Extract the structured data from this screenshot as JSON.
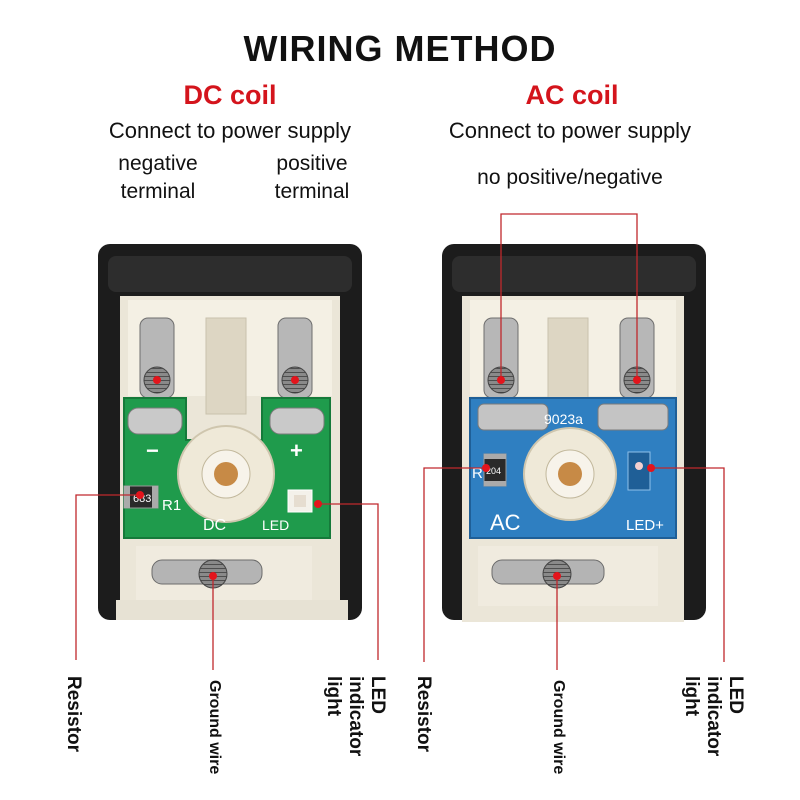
{
  "title": "WIRING METHOD",
  "dc": {
    "heading": "DC coil",
    "connect": "Connect to power supply",
    "negative_terminal": "negative terminal",
    "positive_terminal": "positive terminal",
    "board": {
      "minus": "−",
      "plus": "+",
      "r1": "R1",
      "resistor_code": "683",
      "dc": "DC",
      "led": "LED"
    },
    "labels": {
      "resistor": "Resistor",
      "ground": "Ground wire",
      "led": "LED indicator light"
    }
  },
  "ac": {
    "heading": "AC coil",
    "connect": "Connect to power supply",
    "polarity_note": "no positive/negative",
    "board": {
      "code": "9023a",
      "r": "R",
      "resistor_code": "204",
      "ac": "AC",
      "led": "LED+"
    },
    "labels": {
      "resistor": "Resistor",
      "ground": "Ground wire",
      "led": "LED indicator light"
    }
  },
  "colors": {
    "heading_red": "#d4141c",
    "dc_board": "#1f9b4c",
    "ac_board": "#2f7fc1",
    "housing": "#1c1c1c",
    "terminal_block": "#f1ede2",
    "leader": "#c0282d"
  },
  "icons": [
    "screw-terminal-icon",
    "ground-screw-icon",
    "resistor-icon",
    "led-icon"
  ]
}
